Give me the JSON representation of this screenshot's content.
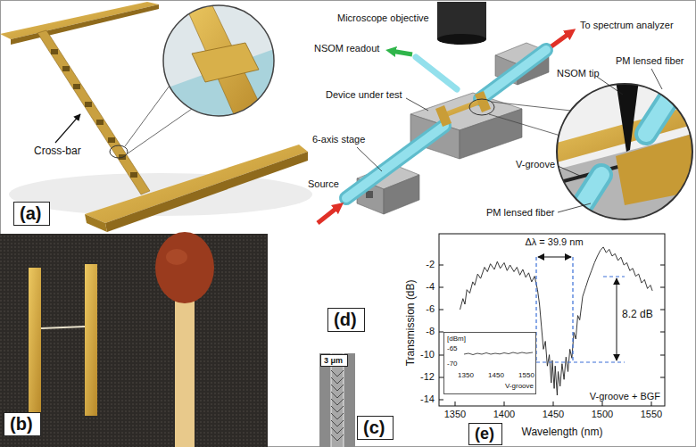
{
  "diagram": {
    "nodes": [
      {
        "text": [
          "(a)"
        ]
      },
      {
        "text": [
          "(d)"
        ]
      },
      {
        "text": [
          "[dBm]",
          "-65",
          "-70",
          "1350",
          "1450",
          "1550",
          "V-groove"
        ]
      },
      {
        "text": [
          "3 μm"
        ]
      },
      {
        "text": [
          "(b)"
        ]
      },
      {
        "text": [
          "(c)"
        ]
      },
      {
        "text": [
          "(e)"
        ]
      }
    ],
    "labels": [
      "Cross-bar",
      "Microscope objective",
      "To spectrum analyzer",
      "NSOM readout",
      "Device under test",
      "NSOM tip",
      "PM lensed fiber",
      "6-axis stage",
      "V-groove",
      "Source",
      "PM lensed fiber",
      "Δλ = 39.9 nm",
      "-2",
      "-4",
      "-6",
      "-8",
      "-10",
      "-12",
      "-14",
      "8.2 dB",
      "Transmission (dB)",
      "V-groove + BGF",
      "1350",
      "1400",
      "1450",
      "1500",
      "1550",
      "Wavelength (nm)"
    ]
  }
}
